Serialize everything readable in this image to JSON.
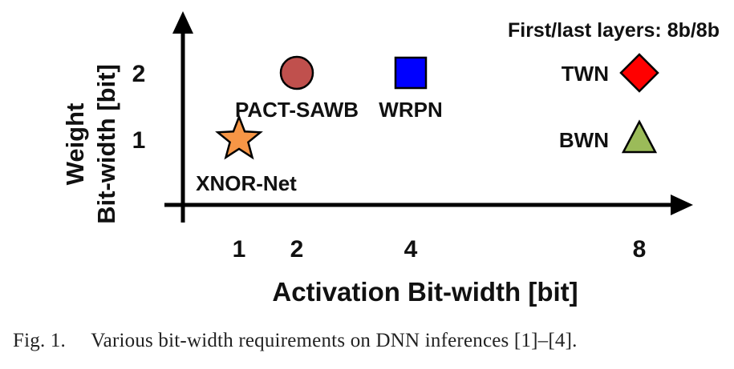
{
  "chart_data": {
    "type": "scatter",
    "title": "",
    "annotation": "First/last layers: 8b/8b",
    "xlabel": "Activation Bit-width [bit]",
    "ylabel_lines": [
      "Weight",
      "Bit-width [bit]"
    ],
    "x_ticks": [
      1,
      2,
      4,
      8
    ],
    "y_ticks": [
      1,
      2
    ],
    "grid": false,
    "points": [
      {
        "label": "XNOR-Net",
        "x": 1,
        "y": 1,
        "marker": "star",
        "color": "#f79646",
        "label_side": "below"
      },
      {
        "label": "PACT-SAWB",
        "x": 2,
        "y": 2,
        "marker": "circle",
        "color": "#c0504d",
        "label_side": "below"
      },
      {
        "label": "WRPN",
        "x": 4,
        "y": 2,
        "marker": "square",
        "color": "#0000ff",
        "label_side": "below"
      },
      {
        "label": "TWN",
        "x": 8,
        "y": 2,
        "marker": "diamond",
        "color": "#ff0000",
        "label_side": "left"
      },
      {
        "label": "BWN",
        "x": 8,
        "y": 1,
        "marker": "triangle",
        "color": "#9bbb59",
        "label_side": "left"
      }
    ]
  },
  "caption": "Fig. 1.  Various bit-width requirements on DNN inferences [1]–[4]."
}
